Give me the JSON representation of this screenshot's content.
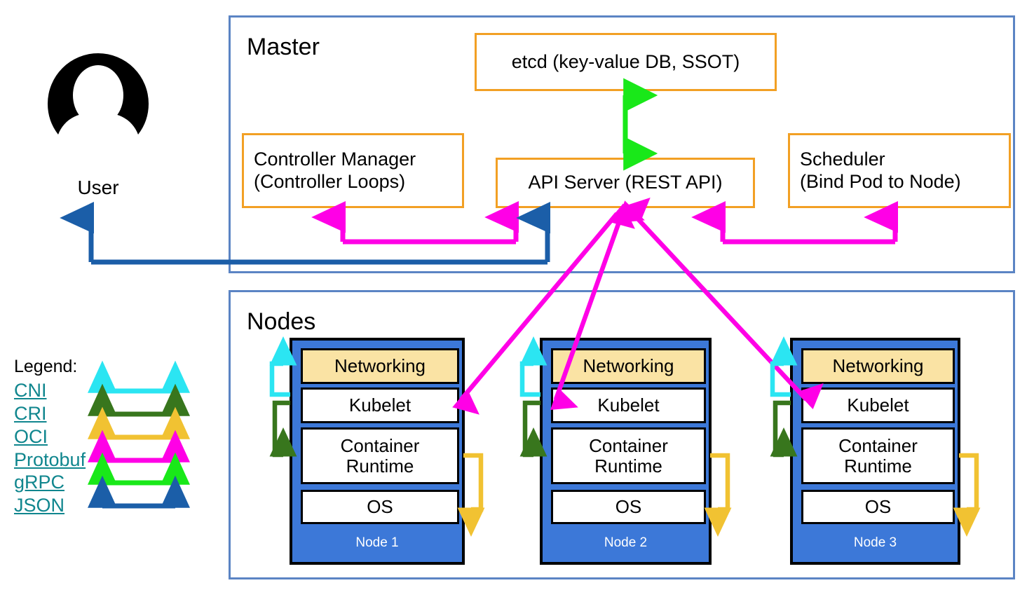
{
  "diagram": {
    "title_master": "Master",
    "title_nodes": "Nodes",
    "user_label": "User",
    "legend_title": "Legend:"
  },
  "master": {
    "label": "Master",
    "components": [
      {
        "id": "etcd",
        "text": "etcd (key-value DB, SSOT)",
        "border_color": "#F2A024"
      },
      {
        "id": "controller-manager",
        "text": "Controller Manager\n(Controller Loops)",
        "border_color": "#F2A024"
      },
      {
        "id": "api-server",
        "text": "API Server (REST API)",
        "border_color": "#F2A024"
      },
      {
        "id": "scheduler",
        "text": "Scheduler\n(Bind Pod to Node)",
        "border_color": "#F2A024"
      }
    ],
    "etcd_label": "etcd (key-value DB, SSOT)",
    "controller_manager_line1": "Controller Manager",
    "controller_manager_line2": "(Controller Loops)",
    "api_server_label": "API Server (REST API)",
    "scheduler_line1": "Scheduler",
    "scheduler_line2": "(Bind Pod to Node)"
  },
  "nodes": {
    "label": "Nodes",
    "layer_labels": {
      "networking": "Networking",
      "kubelet": "Kubelet",
      "container_runtime_line1": "Container",
      "container_runtime_line2": "Runtime",
      "os": "OS"
    },
    "items": [
      {
        "name": "Node 1"
      },
      {
        "name": "Node 2"
      },
      {
        "name": "Node 3"
      }
    ],
    "colors": {
      "node_fill": "#3C78D8",
      "networking_fill": "#FAE3A4",
      "layer_fill": "#FFFFFF",
      "node_border": "#000000"
    }
  },
  "legend": {
    "title": "Legend:",
    "entries": [
      {
        "label": "CNI",
        "color": "#2BE5F2"
      },
      {
        "label": "CRI",
        "color": "#38761D"
      },
      {
        "label": "OCI",
        "color": "#F1C232"
      },
      {
        "label": "Protobuf",
        "color": "#FF00E6"
      },
      {
        "label": "gRPC",
        "color": "#19E819"
      },
      {
        "label": "JSON",
        "color": "#1B5EA8"
      }
    ],
    "link_color": "#10868E"
  },
  "colors": {
    "outer_border": "#5B84C4",
    "component_border": "#F2A024",
    "cni": "#2BE5F2",
    "cri": "#38761D",
    "oci": "#F1C232",
    "protobuf": "#FF00E6",
    "grpc": "#19E819",
    "json": "#1B5EA8",
    "node_blue": "#3C78D8",
    "networking_tan": "#FAE3A4"
  }
}
